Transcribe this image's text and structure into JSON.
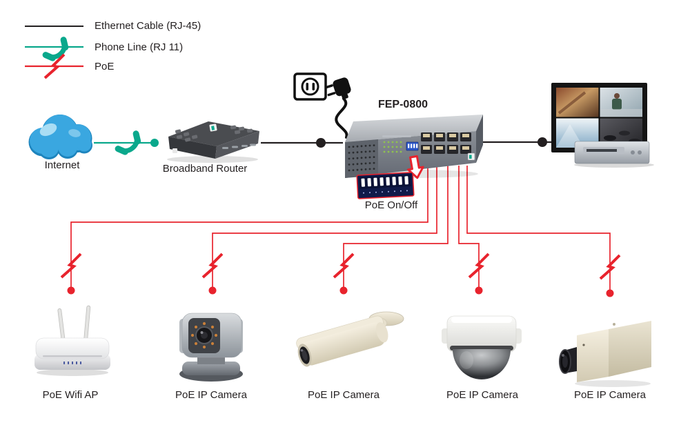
{
  "legend": {
    "items": [
      {
        "id": "ethernet",
        "label": "Ethernet Cable (RJ-45)"
      },
      {
        "id": "phone",
        "label": "Phone Line (RJ 11)"
      },
      {
        "id": "poe",
        "label": "PoE"
      }
    ]
  },
  "nodes": {
    "internet": {
      "label": "Internet"
    },
    "broadband_router": {
      "label": "Broadband Router"
    },
    "poe_switch": {
      "model": "FEP-0800"
    },
    "dip_switch": {
      "label": "PoE On/Off"
    }
  },
  "devices": [
    {
      "label": "PoE Wifi AP",
      "type": "wifi-access-point"
    },
    {
      "label": "PoE IP Camera",
      "type": "ptz-ip-camera"
    },
    {
      "label": "PoE IP Camera",
      "type": "bullet-ip-camera"
    },
    {
      "label": "PoE IP Camera",
      "type": "dome-ip-camera"
    },
    {
      "label": "PoE IP Camera",
      "type": "box-ip-camera"
    }
  ],
  "colors": {
    "ethernet": "#231f20",
    "phone": "#0aa88c",
    "poe": "#e8232d",
    "cloud": "#3aa7e0"
  }
}
